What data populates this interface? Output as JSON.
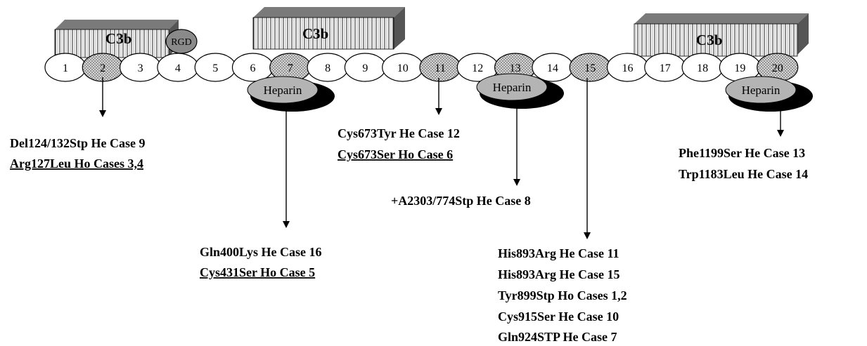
{
  "c3b_label": "C3b",
  "rgd_label": "RGD",
  "heparin_label": "Heparin",
  "scr_domains": [
    "1",
    "2",
    "3",
    "4",
    "5",
    "6",
    "7",
    "8",
    "9",
    "10",
    "11",
    "12",
    "13",
    "14",
    "15",
    "16",
    "17",
    "18",
    "19",
    "20"
  ],
  "highlighted_domains": [
    "2",
    "7",
    "11",
    "13",
    "15",
    "20"
  ],
  "mutation_groups": [
    {
      "domain": "2",
      "lines": [
        {
          "text": "Del124/132Stp He Case 9",
          "underline": false
        },
        {
          "text": "Arg127Leu Ho Cases 3,4",
          "underline": true
        }
      ]
    },
    {
      "domain": "7",
      "lines": [
        {
          "text": "Gln400Lys He Case 16",
          "underline": false
        },
        {
          "text": "Cys431Ser Ho Case 5",
          "underline": true
        }
      ]
    },
    {
      "domain": "11",
      "lines": [
        {
          "text": "Cys673Tyr He Case 12",
          "underline": false
        },
        {
          "text": "Cys673Ser Ho Case 6",
          "underline": true
        }
      ]
    },
    {
      "domain": "13",
      "lines": [
        {
          "text": "+A2303/774Stp He Case 8",
          "underline": false
        }
      ]
    },
    {
      "domain": "15",
      "lines": [
        {
          "text": "His893Arg He Case 11",
          "underline": false
        },
        {
          "text": "His893Arg He Case 15",
          "underline": false
        },
        {
          "text": "Tyr899Stp Ho Cases 1,2",
          "underline": false
        },
        {
          "text": "Cys915Ser He Case 10",
          "underline": false
        },
        {
          "text": "Gln924STP He Case 7",
          "underline": false
        }
      ]
    },
    {
      "domain": "20",
      "lines": [
        {
          "text": "Phe1199Ser He Case 13",
          "underline": false
        },
        {
          "text": "Trp1183Leu He Case 14",
          "underline": false
        }
      ]
    }
  ],
  "colors": {
    "line": "#000000",
    "domain_fill": "#ffffff",
    "dot_fill": "#c8c8c8",
    "heparin_fill": "#b4b4b4",
    "heparin_shadow": "#000000",
    "rgd_fill": "#8a8a8a",
    "block_top": "#7a7a7a",
    "block_side": "#555555"
  }
}
